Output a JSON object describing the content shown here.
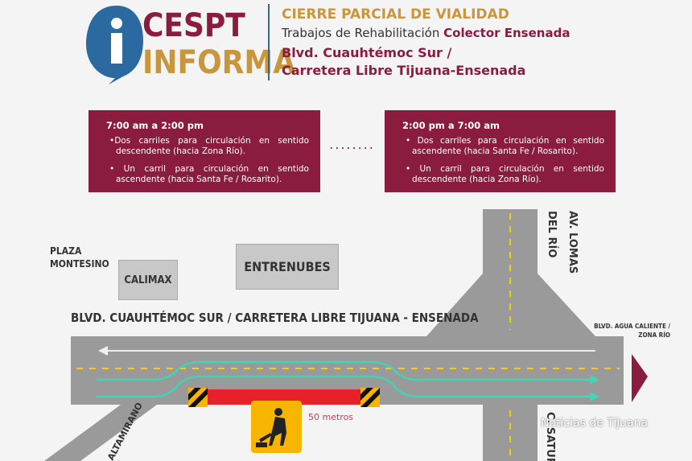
{
  "header": {
    "logo_top": "CESPT",
    "logo_bottom": "INFORMA",
    "logo_icon": "info-drop-icon",
    "title": "CIERRE PARCIAL DE VIALIDAD",
    "subtitle_prefix": "Trabajos de Rehabilitación",
    "subtitle_bold": "Colector Ensenada",
    "location_line1": "Blvd. Cuauhtémoc Sur /",
    "location_line2": "Carretera Libre Tijuana-Ensenada"
  },
  "schedules": [
    {
      "time": "7:00 am a 2:00 pm",
      "items": [
        "•Dos carriles para circulación en sentido descendente (hacia Zona Río).",
        "• Un carril para circulación en sentido ascendente (hacia Santa Fe / Rosarito)."
      ]
    },
    {
      "time": "2:00 pm a 7:00 am",
      "items": [
        "• Dos carriles para circulación en sentido ascendente (hacia Santa Fe / Rosarito).",
        "• Un carril para circulación en sentido descendente (hacia Zona Río)."
      ]
    }
  ],
  "separator": "........",
  "map": {
    "plaza": "PLAZA MONTESINO",
    "calimax": "CALIMAX",
    "entrenubes": "ENTRENUBES",
    "main_road": "BLVD. CUAUHTÉMOC SUR / CARRETERA LIBRE TIJUANA - ENSENADA",
    "av_lomas": "AV. LOMAS DEL RÍO",
    "agua_caliente_1": "BLVD. AGUA CALIENTE /",
    "agua_caliente_2": "ZONA RÍO",
    "altamirano": "ALTAMIRANO",
    "saturnino": "C. SATUR",
    "distance": "50 metros",
    "worker_icon": "road-work-icon"
  },
  "watermark": "Noticias de Tijuana",
  "colors": {
    "maroon": "#8a1c40",
    "gold": "#c8963c",
    "teal": "#3fd6b4",
    "closure": "#e8202a",
    "sign": "#f7b500"
  }
}
